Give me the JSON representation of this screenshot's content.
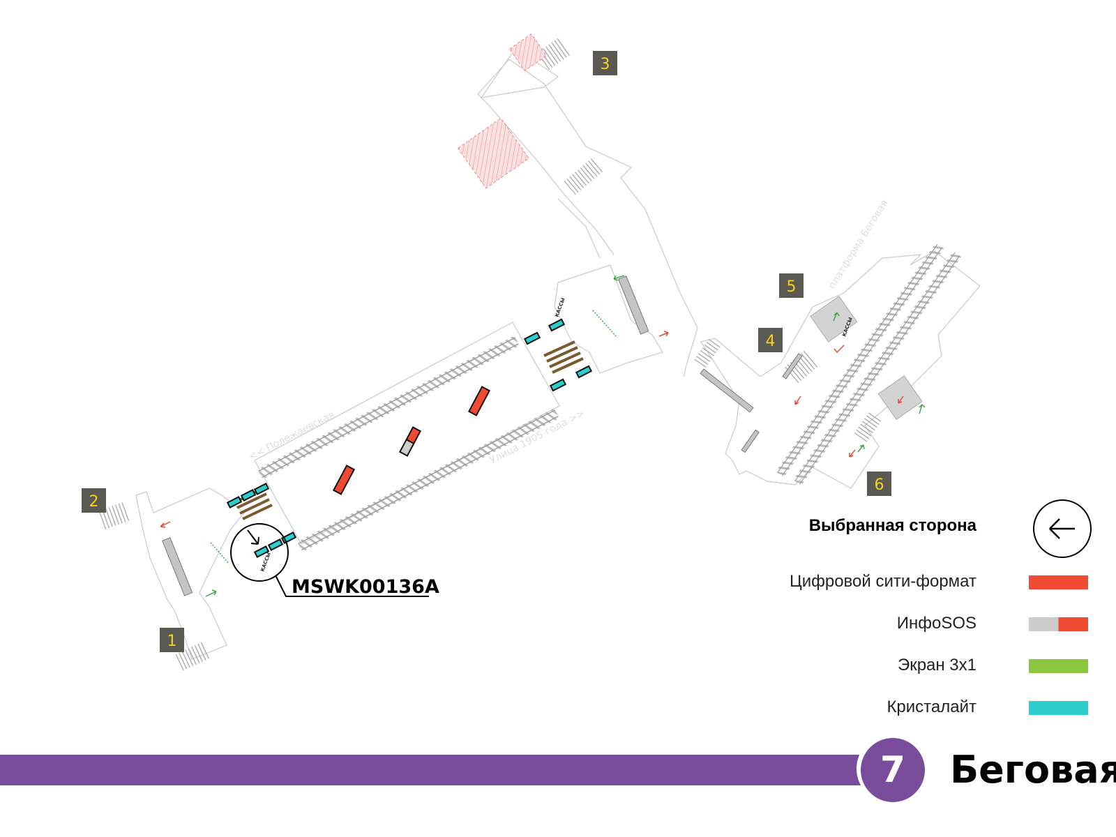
{
  "colors": {
    "line": "#7a4d9c",
    "digital_city": "#f04a32",
    "infosos_gray": "#cccccc",
    "screen_3x1": "#8cc63f",
    "crystalite": "#2bcdcd",
    "exit_badge": "#5a5a52",
    "exit_text": "#f5d21c"
  },
  "exits": [
    {
      "number": "1"
    },
    {
      "number": "2"
    },
    {
      "number": "3"
    },
    {
      "number": "4"
    },
    {
      "number": "5"
    },
    {
      "number": "6"
    }
  ],
  "streets": {
    "left": "<< Полежаевская",
    "right": "Улица 1905 года >>",
    "platform": "платформа Беговая"
  },
  "kiosk_label": "КАССЫ",
  "selected_code": "MSWK00136A",
  "legend": {
    "title": "Выбранная сторона",
    "side_icon": "arrow-left-icon",
    "items": [
      {
        "label": "Цифровой сити-формат",
        "color": "#f04a32"
      },
      {
        "label": "ИнфоSOS",
        "color": "#f04a32"
      },
      {
        "label": "Экран 3х1",
        "color": "#8cc63f"
      },
      {
        "label": "Кристалайт",
        "color": "#2bcdcd"
      }
    ]
  },
  "station": {
    "line_number": "7",
    "name": "Беговая"
  }
}
